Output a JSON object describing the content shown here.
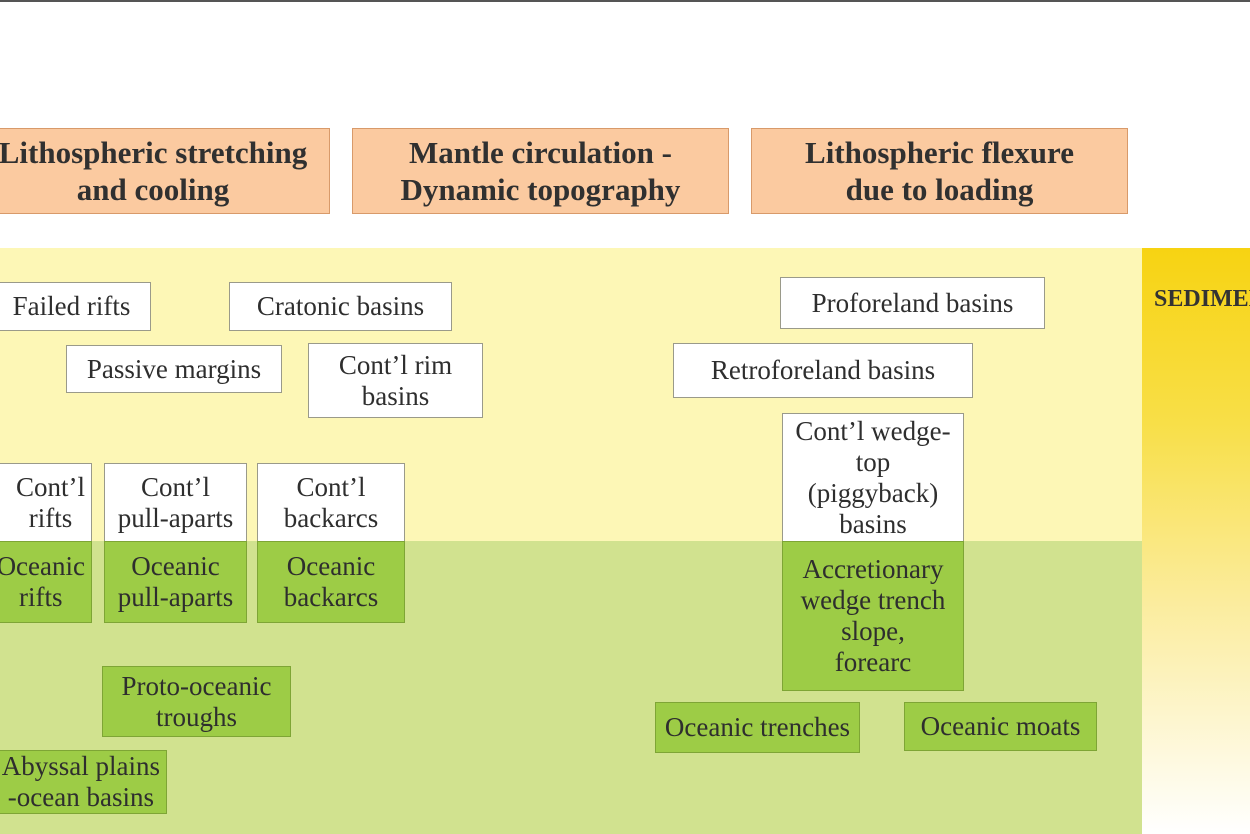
{
  "mechanisms": {
    "stretching": "Lithospheric stretching\nand cooling",
    "mantle": "Mantle circulation -\nDynamic topography",
    "flexure": "Lithospheric flexure\ndue to loading"
  },
  "side_label": "SEDIMENT",
  "continental_basins": {
    "failed_rifts": "Failed rifts",
    "cratonic_basins": "Cratonic basins",
    "passive_margins": "Passive margins",
    "contl_rim_basins": "Cont’l rim\nbasins",
    "contl_rifts": "Cont’l\nrifts",
    "contl_pull_aparts": "Cont’l\npull-aparts",
    "contl_backarcs": "Cont’l\nbackarcs",
    "proforeland_basins": "Proforeland basins",
    "retroforeland_basins": "Retroforeland basins",
    "contl_wedge_top": "Cont’l wedge-\ntop\n(piggyback)\nbasins"
  },
  "oceanic_basins": {
    "oceanic_rifts": "Oceanic\nrifts",
    "oceanic_pull_aparts": "Oceanic\npull-aparts",
    "oceanic_backarcs": "Oceanic\nbackarcs",
    "proto_oceanic_troughs": "Proto-oceanic\ntroughs",
    "abyssal_plains": "Abyssal plains\n-ocean basins",
    "accretionary_wedge": "Accretionary\nwedge trench\nslope,\nforearc",
    "oceanic_trenches": "Oceanic trenches",
    "oceanic_moats": "Oceanic moats"
  },
  "colors": {
    "mechanism_fill": "#fbcaa0",
    "continental_zone": "#fdf7b6",
    "oceanic_zone": "#d1e28f",
    "oceanic_box": "#9dcc46",
    "sediment_bar": "#f7d312"
  }
}
